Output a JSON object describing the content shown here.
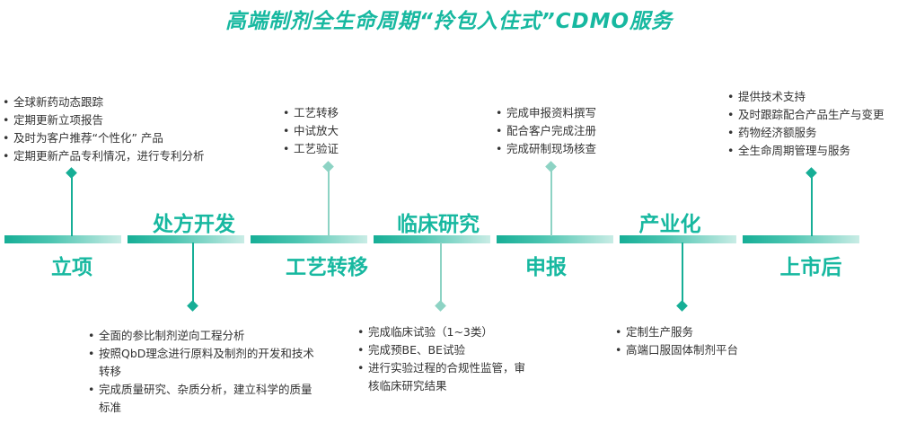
{
  "title": "高端制剂全生命周期“拎包入住式”CDMO服务",
  "stages": [
    {
      "label": "立项"
    },
    {
      "label": "处方开发"
    },
    {
      "label": "工艺转移"
    },
    {
      "label": "临床研究"
    },
    {
      "label": "申报"
    },
    {
      "label": "产业化"
    },
    {
      "label": "上市后"
    }
  ],
  "details": {
    "lixiang": [
      "全球新药动态跟踪",
      "定期更新立项报告",
      "及时为客户推荐“个性化” 产品",
      "定期更新产品专利情况，进行专利分析"
    ],
    "chufang": [
      "全面的参比制剂逆向工程分析",
      "按照QbD理念进行原料及制剂的开发和技术转移",
      "完成质量研究、杂质分析，建立科学的质量标准"
    ],
    "gongyi": [
      "工艺转移",
      "中试放大",
      "工艺验证"
    ],
    "linchuang": [
      "完成临床试验（1~3类）",
      "完成预BE、BE试验",
      "进行实验过程的合规性监管，审核临床研究结果"
    ],
    "shenbao": [
      "完成申报资料撰写",
      "配合客户完成注册",
      "完成研制现场核查"
    ],
    "chanye": [
      "定制生产服务",
      "高端口服固体制剂平台"
    ],
    "shangshi": [
      "提供技术支持",
      "及时跟踪配合产品生产与变更",
      "药物经济额服务",
      "全生命周期管理与服务"
    ]
  },
  "colors": {
    "accent": "#17b8a0",
    "line": "#16ae96",
    "light_line": "#8dd3c4"
  }
}
